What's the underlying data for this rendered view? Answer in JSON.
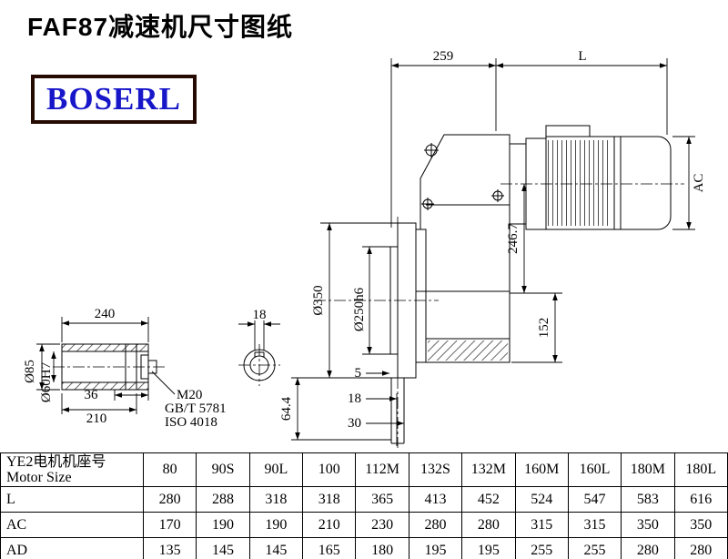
{
  "title": "FAF87减速机尺寸图纸",
  "logo": {
    "text": "BOSERL"
  },
  "accent_colors": {
    "logo_text": "#1717c9",
    "logo_border": "#250a02",
    "line": "#000000"
  },
  "drawing": {
    "top": {
      "d259": "259",
      "L": "L"
    },
    "right": {
      "ac": "AC"
    },
    "flange": {
      "d350": "Ø350",
      "d250": "Ø250h6"
    },
    "mid": {
      "d2467": "246.7",
      "d152": "152"
    },
    "bottom": {
      "d5": "5",
      "d18": "18",
      "d30": "30",
      "d644": "64.4"
    },
    "shaft": {
      "d240": "240",
      "d18": "18",
      "d85": "Ø85",
      "d60": "Ø60H7",
      "d36": "36",
      "d210": "210",
      "m20": "M20",
      "gb": "GB/T 5781",
      "iso": "ISO 4018"
    }
  },
  "table": {
    "row_header_cn": "YE2电机机座号",
    "row_header_en": "Motor Size",
    "columns": [
      "80",
      "90S",
      "90L",
      "100",
      "112M",
      "132S",
      "132M",
      "160M",
      "160L",
      "180M",
      "180L"
    ],
    "rows": [
      {
        "label": "L",
        "values": [
          "280",
          "288",
          "318",
          "318",
          "365",
          "413",
          "452",
          "524",
          "547",
          "583",
          "616"
        ]
      },
      {
        "label": "AC",
        "values": [
          "170",
          "190",
          "190",
          "210",
          "230",
          "280",
          "280",
          "315",
          "315",
          "350",
          "350"
        ]
      },
      {
        "label": "AD",
        "values": [
          "135",
          "145",
          "145",
          "165",
          "180",
          "195",
          "195",
          "255",
          "255",
          "280",
          "280"
        ]
      }
    ]
  }
}
